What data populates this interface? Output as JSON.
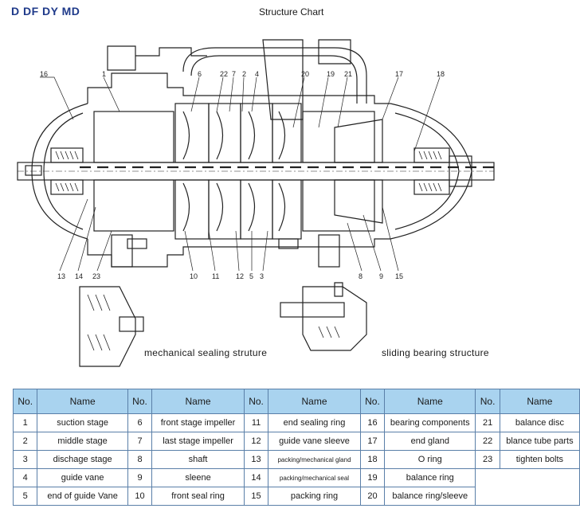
{
  "header": {
    "model": "D DF DY MD",
    "title": "Structure Chart"
  },
  "captions": {
    "mech": "mechanical  sealing  struture",
    "sliding": "sliding   bearing structure"
  },
  "callouts": [
    {
      "t": "16"
    },
    {
      "t": "1"
    },
    {
      "t": "6"
    },
    {
      "t": "22"
    },
    {
      "t": "7"
    },
    {
      "t": "2"
    },
    {
      "t": "4"
    },
    {
      "t": "20"
    },
    {
      "t": "19"
    },
    {
      "t": "21"
    },
    {
      "t": "17"
    },
    {
      "t": "18"
    },
    {
      "t": "13"
    },
    {
      "t": "14"
    },
    {
      "t": "23"
    },
    {
      "t": "10"
    },
    {
      "t": "11"
    },
    {
      "t": "12"
    },
    {
      "t": "5"
    },
    {
      "t": "3"
    },
    {
      "t": "8"
    },
    {
      "t": "9"
    },
    {
      "t": "15"
    }
  ],
  "table": {
    "headers": {
      "no": "No.",
      "name": "Name"
    },
    "rows": [
      [
        [
          "1",
          "suction stage"
        ],
        [
          "6",
          "front stage impeller"
        ],
        [
          "11",
          "end sealing ring"
        ],
        [
          "16",
          "bearing components"
        ],
        [
          "21",
          "balance  disc"
        ]
      ],
      [
        [
          "2",
          "middle  stage"
        ],
        [
          "7",
          "last stage  impeller"
        ],
        [
          "12",
          "guide vane  sleeve"
        ],
        [
          "17",
          "end  gland"
        ],
        [
          "22",
          "blance tube parts"
        ]
      ],
      [
        [
          "3",
          "dischage stage"
        ],
        [
          "8",
          "shaft"
        ],
        [
          "13",
          "packing/mechanical gland"
        ],
        [
          "18",
          "O ring"
        ],
        [
          "23",
          "tighten  bolts"
        ]
      ],
      [
        [
          "4",
          "guide vane"
        ],
        [
          "9",
          "sleene"
        ],
        [
          "14",
          "packing/mechanical seal"
        ],
        [
          "19",
          "balance   ring"
        ],
        [
          "",
          ""
        ]
      ],
      [
        [
          "5",
          "end of guide Vane"
        ],
        [
          "10",
          "front  seal ring"
        ],
        [
          "15",
          "packing ring"
        ],
        [
          "20",
          "balance ring/sleeve"
        ],
        [
          "",
          ""
        ]
      ]
    ]
  }
}
